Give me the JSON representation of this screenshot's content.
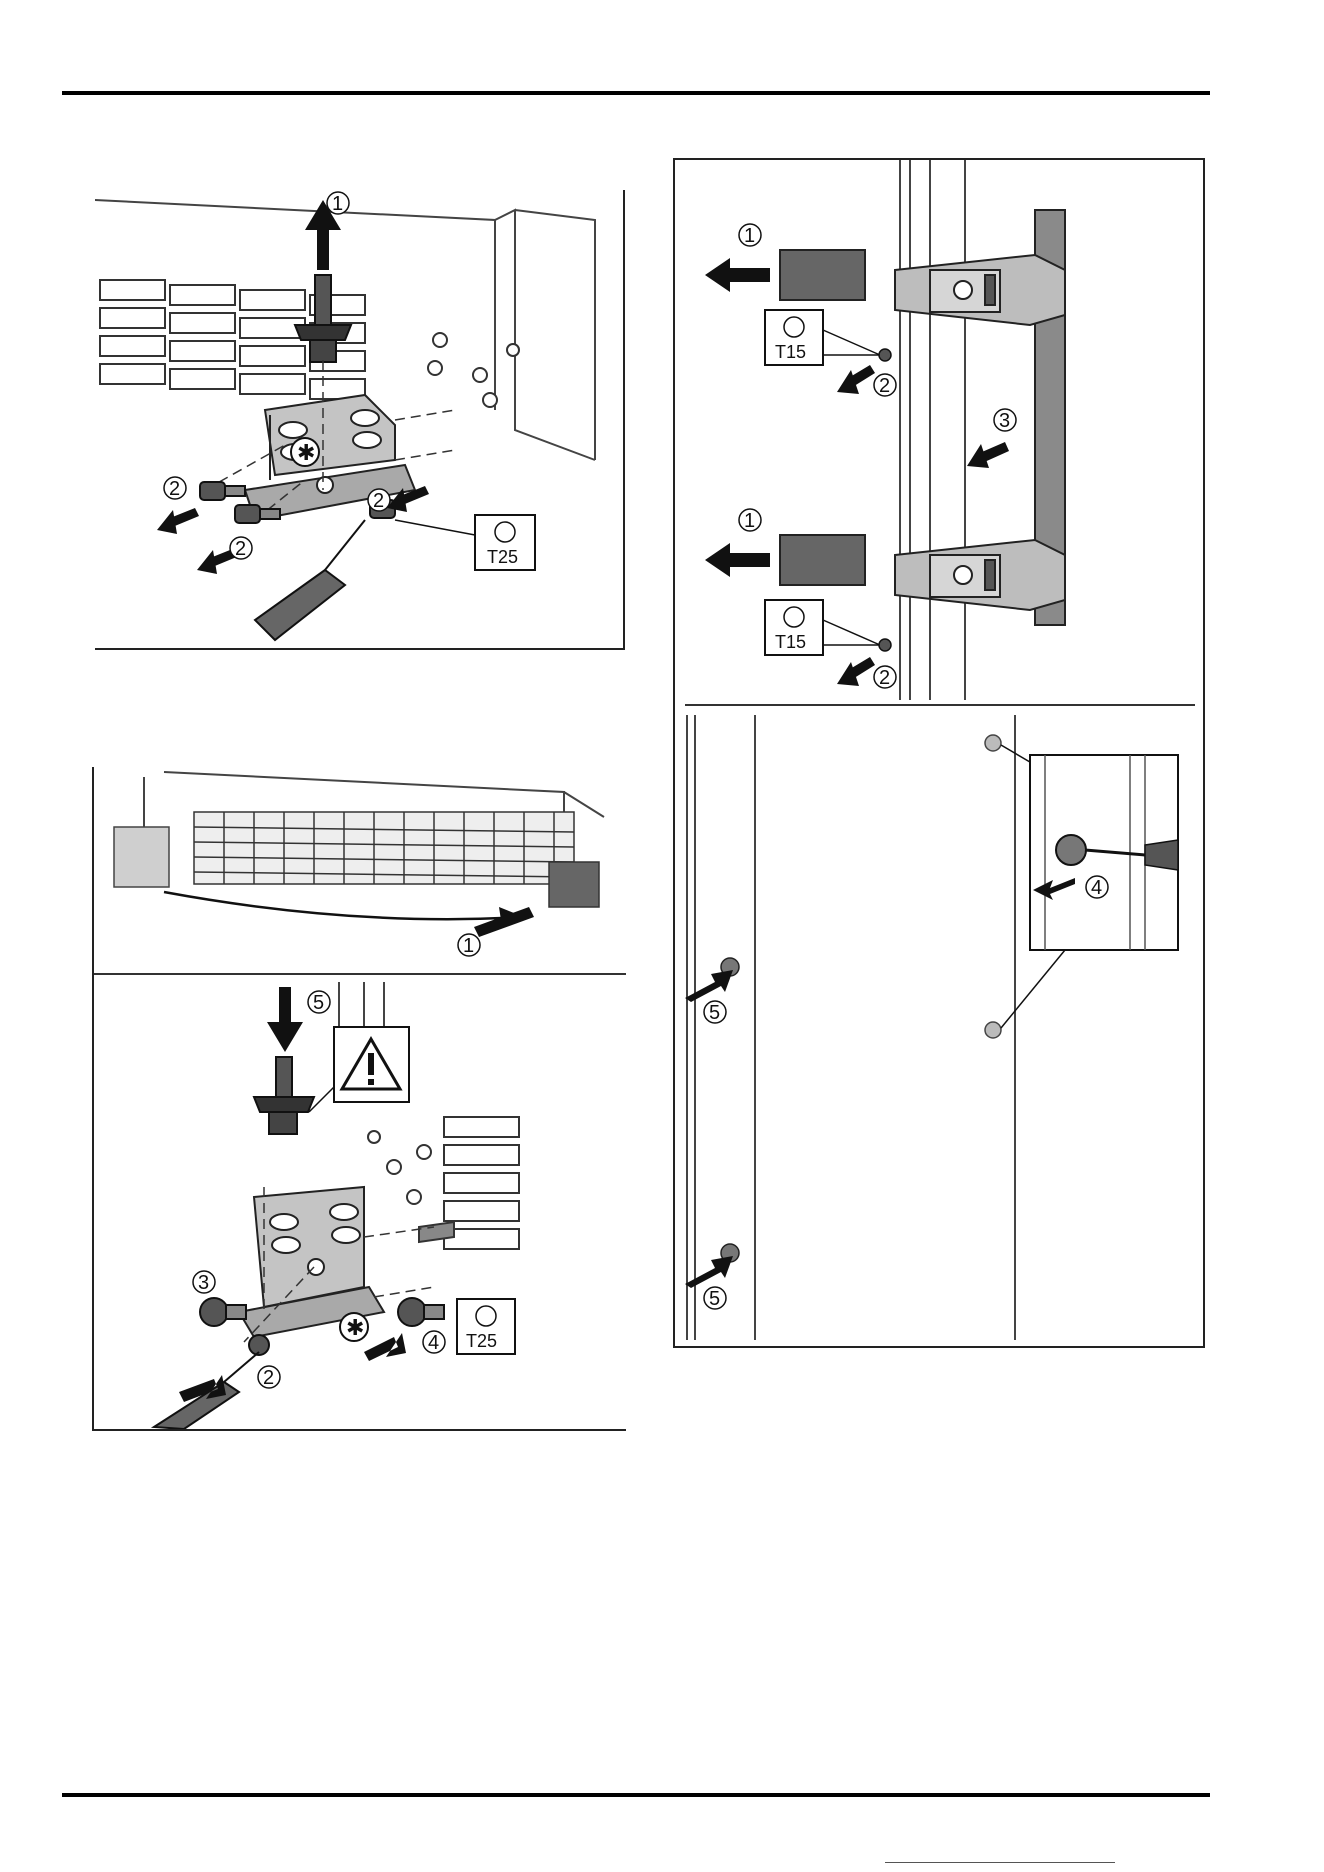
{
  "fig_a": {
    "step_1": "1",
    "step_2a": "2",
    "step_2b": "2",
    "step_2c": "2",
    "tool_label": "T25"
  },
  "fig_b": {
    "step_1": "1",
    "step_5": "5",
    "step_3": "3",
    "step_2": "2",
    "step_4": "4",
    "tool_label": "T25"
  },
  "fig_c": {
    "step_1_top": "1",
    "step_2_top": "2",
    "step_3": "3",
    "step_1_bottom": "1",
    "step_2_bottom": "2",
    "tool_label_top": "T15",
    "tool_label_bottom": "T15",
    "step_4": "4",
    "step_5_top": "5",
    "step_5_bottom": "5"
  },
  "colors": {
    "metal": "#bdbdbd",
    "dark_part": "#4a4a4a",
    "arrow": "#111111",
    "handle": "#8a8a8a"
  }
}
